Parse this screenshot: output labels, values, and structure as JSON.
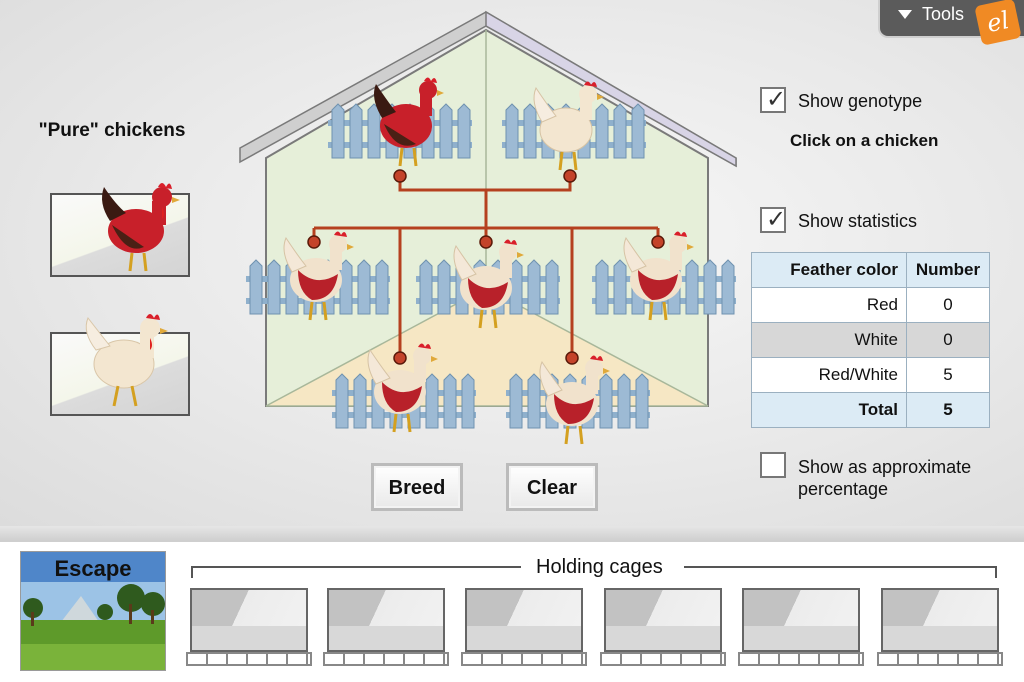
{
  "tools": {
    "label": "Tools",
    "logo_text": "el"
  },
  "pure_chickens": {
    "title": "\"Pure\" chickens",
    "items": [
      "red-chicken",
      "white-chicken"
    ]
  },
  "options": {
    "show_genotype": {
      "label": "Show genotype",
      "checked": true
    },
    "hint": "Click on a chicken",
    "show_statistics": {
      "label": "Show statistics",
      "checked": true
    },
    "show_percentage": {
      "label_line1": "Show as approximate",
      "label_line2": "percentage",
      "checked": false
    }
  },
  "stats": {
    "headers": [
      "Feather color",
      "Number"
    ],
    "rows": [
      {
        "color": "Red",
        "number": "0"
      },
      {
        "color": "White",
        "number": "0"
      },
      {
        "color": "Red/White",
        "number": "5"
      }
    ],
    "total_label": "Total",
    "total": "5"
  },
  "buttons": {
    "breed": "Breed",
    "clear": "Clear"
  },
  "escape": {
    "label": "Escape"
  },
  "holding": {
    "title": "Holding cages",
    "cages": 6
  },
  "colors": {
    "pedigree_line": "#b5401f",
    "fence": "#8fb0cc",
    "house_wall": "#e6efd9",
    "house_floor": "#f6e7c4"
  }
}
